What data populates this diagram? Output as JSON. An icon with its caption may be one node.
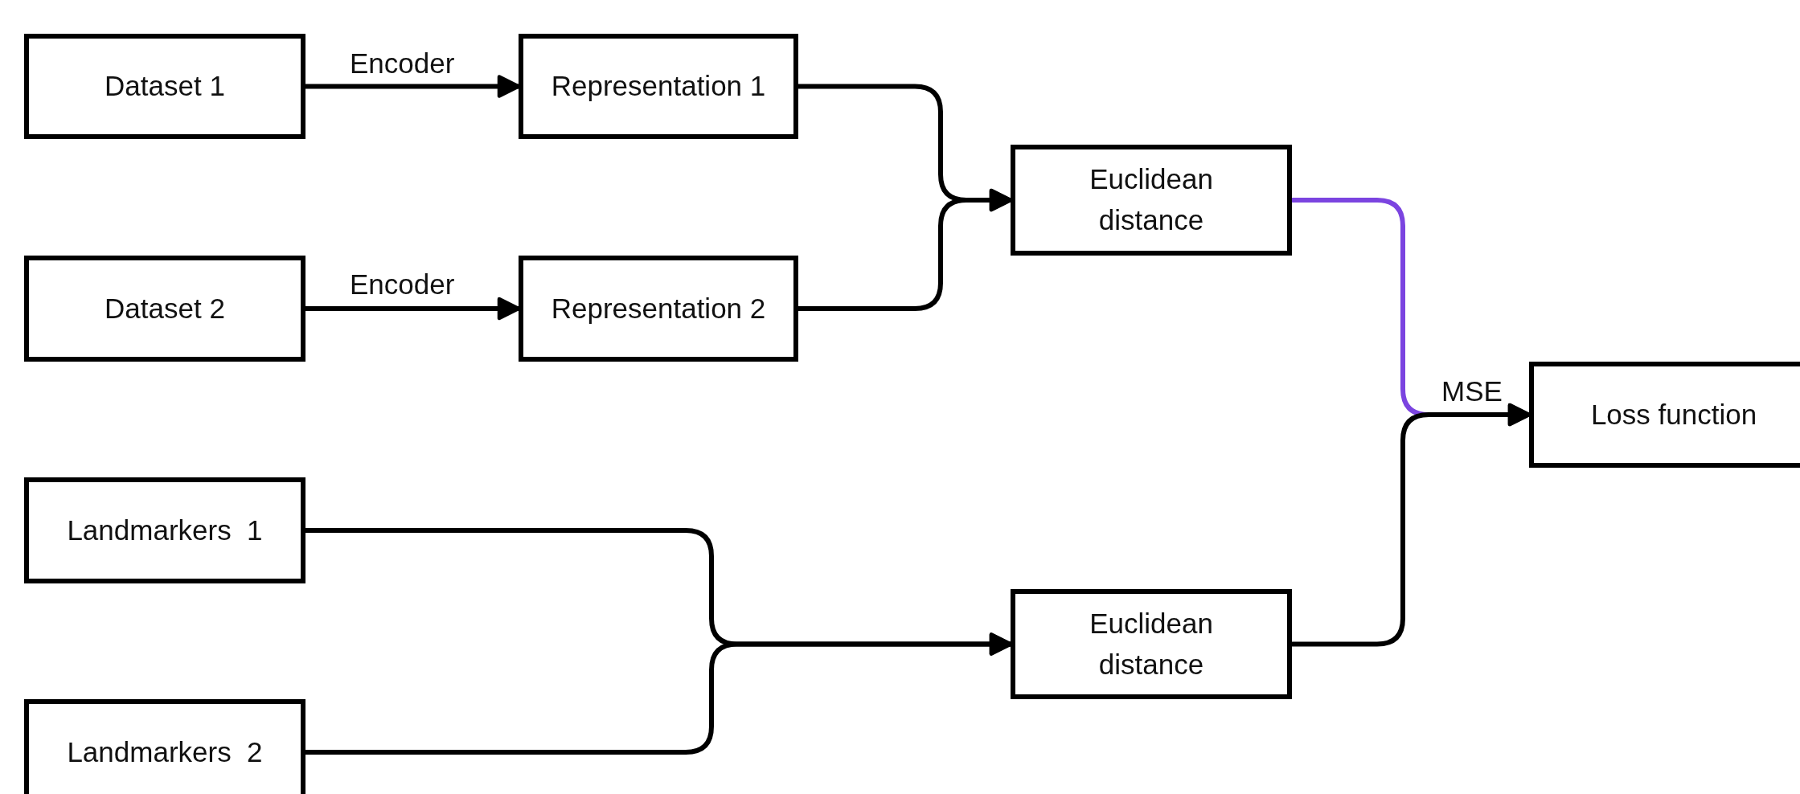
{
  "diagram": {
    "nodes": [
      {
        "text": [
          "Dataset 1"
        ]
      },
      {
        "text": [
          "Representation 1"
        ]
      },
      {
        "text": [
          "Dataset 2"
        ]
      },
      {
        "text": [
          "Representation 2"
        ]
      },
      {
        "text": [
          "Euclidean distance"
        ]
      },
      {
        "text": [
          "Loss function"
        ]
      },
      {
        "text": [
          "Landmarkers  1"
        ]
      },
      {
        "text": [
          "Euclidean distance"
        ]
      },
      {
        "text": [
          "Landmarkers  2"
        ]
      }
    ],
    "edges": [
      {
        "from": 0,
        "to": 1,
        "arrow": "to",
        "label": "Encoder"
      },
      {
        "from": 2,
        "to": 3,
        "arrow": "to",
        "label": "Encoder"
      },
      {
        "from": 1,
        "to": 4,
        "arrow": "to"
      },
      {
        "from": 3,
        "to": 4,
        "arrow": "to"
      },
      {
        "from": 6,
        "to": 7,
        "arrow": "to"
      },
      {
        "from": 8,
        "to": 7,
        "arrow": "to"
      },
      {
        "from": 4,
        "to": 5,
        "arrow": "to",
        "label": "MSE",
        "color": "#7b44e0"
      },
      {
        "from": 7,
        "to": 5,
        "arrow": "to"
      }
    ]
  }
}
